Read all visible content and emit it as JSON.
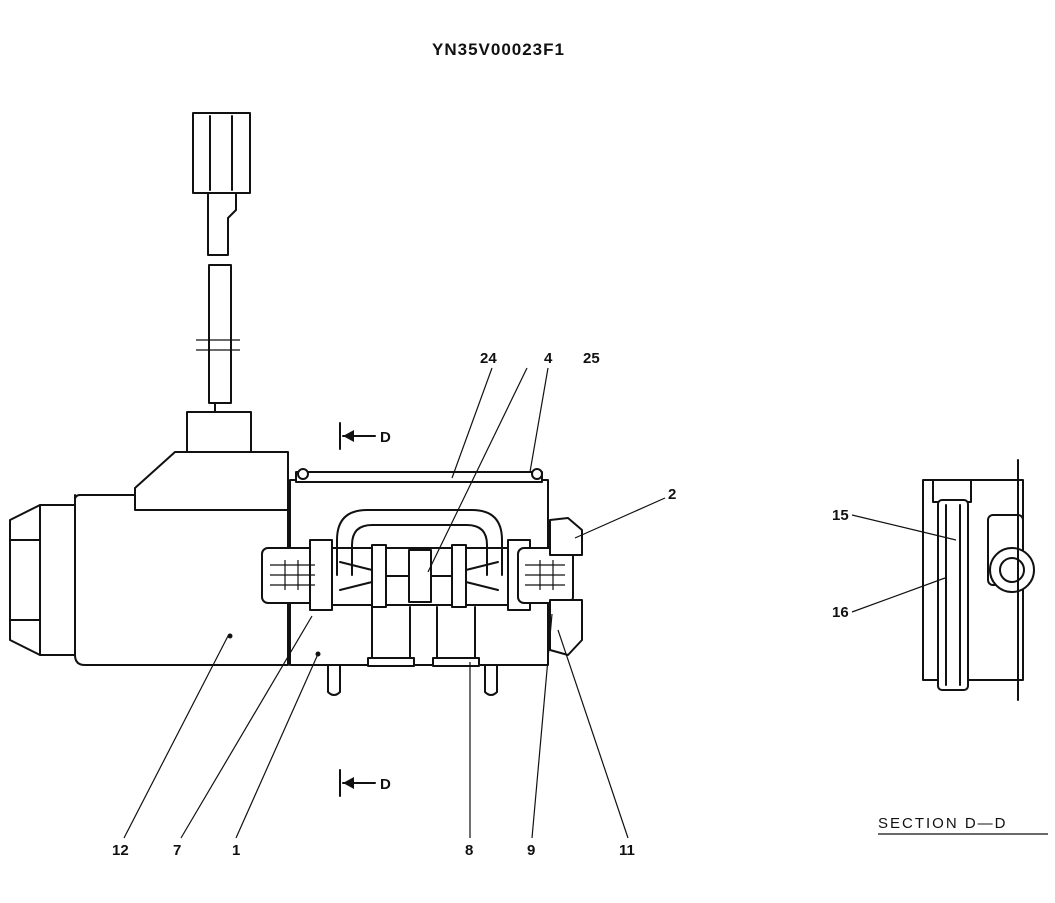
{
  "drawing": {
    "title": "YN35V00023F1",
    "section_title": "SECTION  D—D",
    "section_marker_top": "D",
    "section_marker_bottom": "D"
  },
  "callouts": {
    "c24": "24",
    "c4": "4",
    "c25": "25",
    "c2": "2",
    "c12": "12",
    "c7": "7",
    "c1": "1",
    "c8": "8",
    "c9": "9",
    "c11": "11",
    "c15": "15",
    "c16": "16"
  }
}
